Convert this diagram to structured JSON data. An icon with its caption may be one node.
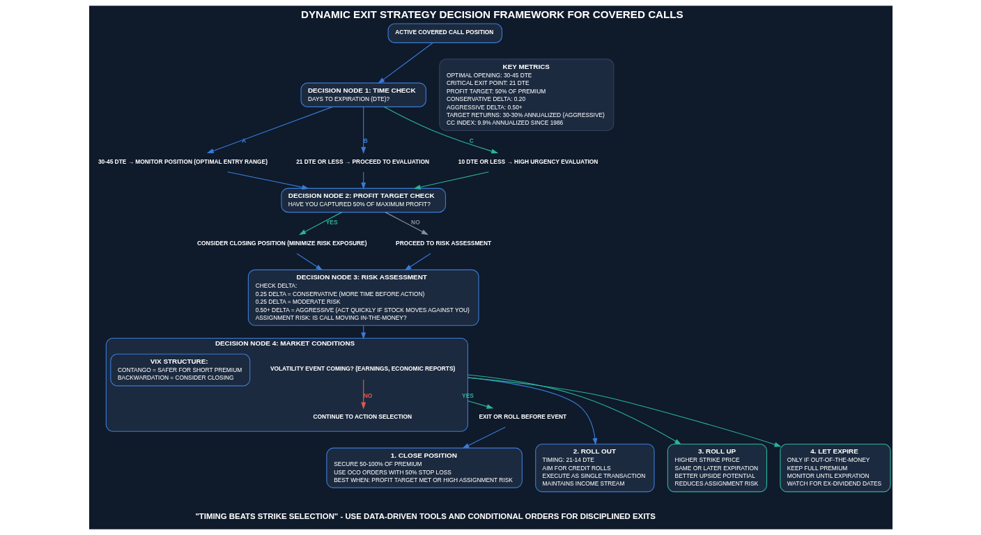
{
  "diagram": {
    "title": "DYNAMIC EXIT STRATEGY DECISION FRAMEWORK FOR COVERED CALLS",
    "caption": "\"TIMING BEATS STRIKE SELECTION\" - USE DATA-DRIVEN TOOLS AND CONDITIONAL ORDERS FOR DISCIPLINED EXITS",
    "nodes": [
      {
        "text": [
          "ACTIVE COVERED CALL POSITION"
        ]
      },
      {
        "text": [
          "DECISION NODE 1: TIME CHECK",
          "DAYS TO EXPIRATION (DTE)?"
        ]
      },
      {
        "text": [
          "30-45 DTE → MONITOR POSITION (OPTIMAL ENTRY RANGE)"
        ]
      },
      {
        "text": [
          "21 DTE OR LESS → PROCEED TO EVALUATION"
        ]
      },
      {
        "text": [
          "10 DTE OR LESS → HIGH URGENCY EVALUATION"
        ]
      },
      {
        "text": [
          "DECISION NODE 2: PROFIT TARGET CHECK",
          "HAVE YOU CAPTURED 50% OF MAXIMUM PROFIT?"
        ]
      },
      {
        "text": [
          "CONSIDER CLOSING POSITION (MINIMIZE RISK EXPOSURE)"
        ]
      },
      {
        "text": [
          "PROCEED TO RISK ASSESSMENT"
        ]
      },
      {
        "text": [
          "DECISION NODE 3: RISK ASSESSMENT",
          "CHECK DELTA:",
          "0.25 DELTA = CONSERVATIVE (MORE TIME BEFORE ACTION)",
          "0.25 DELTA = MODERATE RISK",
          "0.50+ DELTA = AGGRESSIVE (ACT QUICKLY IF STOCK MOVES AGAINST YOU)",
          "ASSIGNMENT RISK: IS CALL MOVING IN-THE-MONEY?"
        ]
      },
      {
        "text": [
          "DECISION NODE 4: MARKET CONDITIONS"
        ]
      },
      {
        "text": [
          "VOLATILITY EVENT COMING? (EARNINGS, ECONOMIC REPORTS)"
        ],
        "in": 9
      },
      {
        "text": [
          "CONTINUE TO ACTION SELECTION"
        ],
        "in": 9
      },
      {
        "text": [
          "VIX STRUCTURE:",
          "CONTANGO = SAFER FOR SHORT PREMIUM",
          "BACKWARDATION = CONSIDER CLOSING"
        ],
        "in": 9
      },
      {
        "text": [
          "EXIT OR ROLL BEFORE EVENT"
        ]
      },
      {
        "text": [
          "1. CLOSE POSITION",
          "SECURE 50-100% OF PREMIUM",
          "USE OCO ORDERS WITH 50% STOP LOSS",
          "BEST WHEN: PROFIT TARGET MET OR HIGH ASSIGNMENT RISK"
        ]
      },
      {
        "text": [
          "2. ROLL OUT",
          "TIMING: 21-14 DTE",
          "AIM FOR CREDIT ROLLS",
          "EXECUTE AS SINGLE TRANSACTION",
          "MAINTAINS INCOME STREAM"
        ]
      },
      {
        "text": [
          "3. ROLL UP",
          "HIGHER STRIKE PRICE",
          "SAME OR LATER EXPIRATION",
          "BETTER UPSIDE POTENTIAL",
          "REDUCES ASSIGNMENT RISK"
        ]
      },
      {
        "text": [
          "4. LET EXPIRE",
          "ONLY IF OUT-OF-THE-MONEY",
          "KEEP FULL PREMIUM",
          "MONITOR UNTIL EXPIRATION",
          "WATCH FOR EX-DIVIDEND DATES"
        ]
      },
      {
        "text": [
          "KEY METRICS",
          "OPTIMAL OPENING: 30-45 DTE",
          "CRITICAL EXIT POINT: 21 DTE",
          "PROFIT TARGET: 50% OF PREMIUM",
          "CONSERVATIVE DELTA: 0.20",
          "AGGRESSIVE DELTA: 0.50+",
          "TARGET RETURNS: 30-30% ANNUALIZED (AGGRESSIVE)",
          "CC INDEX: 9.9% ANNUALIZED SINCE 1986"
        ]
      }
    ],
    "edges": [
      {
        "from": 0,
        "to": 1,
        "arrow": "to"
      },
      {
        "from": 1,
        "to": 2,
        "arrow": "to",
        "label": "A"
      },
      {
        "from": 1,
        "to": 3,
        "arrow": "to",
        "label": "B"
      },
      {
        "from": 1,
        "to": 4,
        "arrow": "to",
        "label": "C",
        "color": "#2bb59a"
      },
      {
        "from": 2,
        "to": 5,
        "arrow": "to"
      },
      {
        "from": 3,
        "to": 5,
        "arrow": "to"
      },
      {
        "from": 4,
        "to": 5,
        "arrow": "to",
        "color": "#2bb59a"
      },
      {
        "from": 5,
        "to": 6,
        "arrow": "to",
        "label": "YES",
        "color": "#2bb59a"
      },
      {
        "from": 5,
        "to": 7,
        "arrow": "to",
        "label": "NO",
        "color": "#8a8f99"
      },
      {
        "from": 6,
        "to": 8,
        "arrow": "to"
      },
      {
        "from": 7,
        "to": 8,
        "arrow": "to"
      },
      {
        "from": 8,
        "to": 9,
        "arrow": "to"
      },
      {
        "from": 9,
        "to": 13,
        "arrow": "to",
        "label": "YES",
        "color": "#2bb59a"
      },
      {
        "from": 10,
        "to": 11,
        "arrow": "to",
        "label": "NO",
        "color": "#e05a4f"
      },
      {
        "from": 13,
        "to": 14,
        "arrow": "to"
      },
      {
        "from": 9,
        "to": 15,
        "arrow": "to"
      },
      {
        "from": 9,
        "to": 16,
        "arrow": "to",
        "color": "#2bb59a"
      },
      {
        "from": 9,
        "to": 17,
        "arrow": "to",
        "color": "#2bb59a"
      }
    ]
  }
}
